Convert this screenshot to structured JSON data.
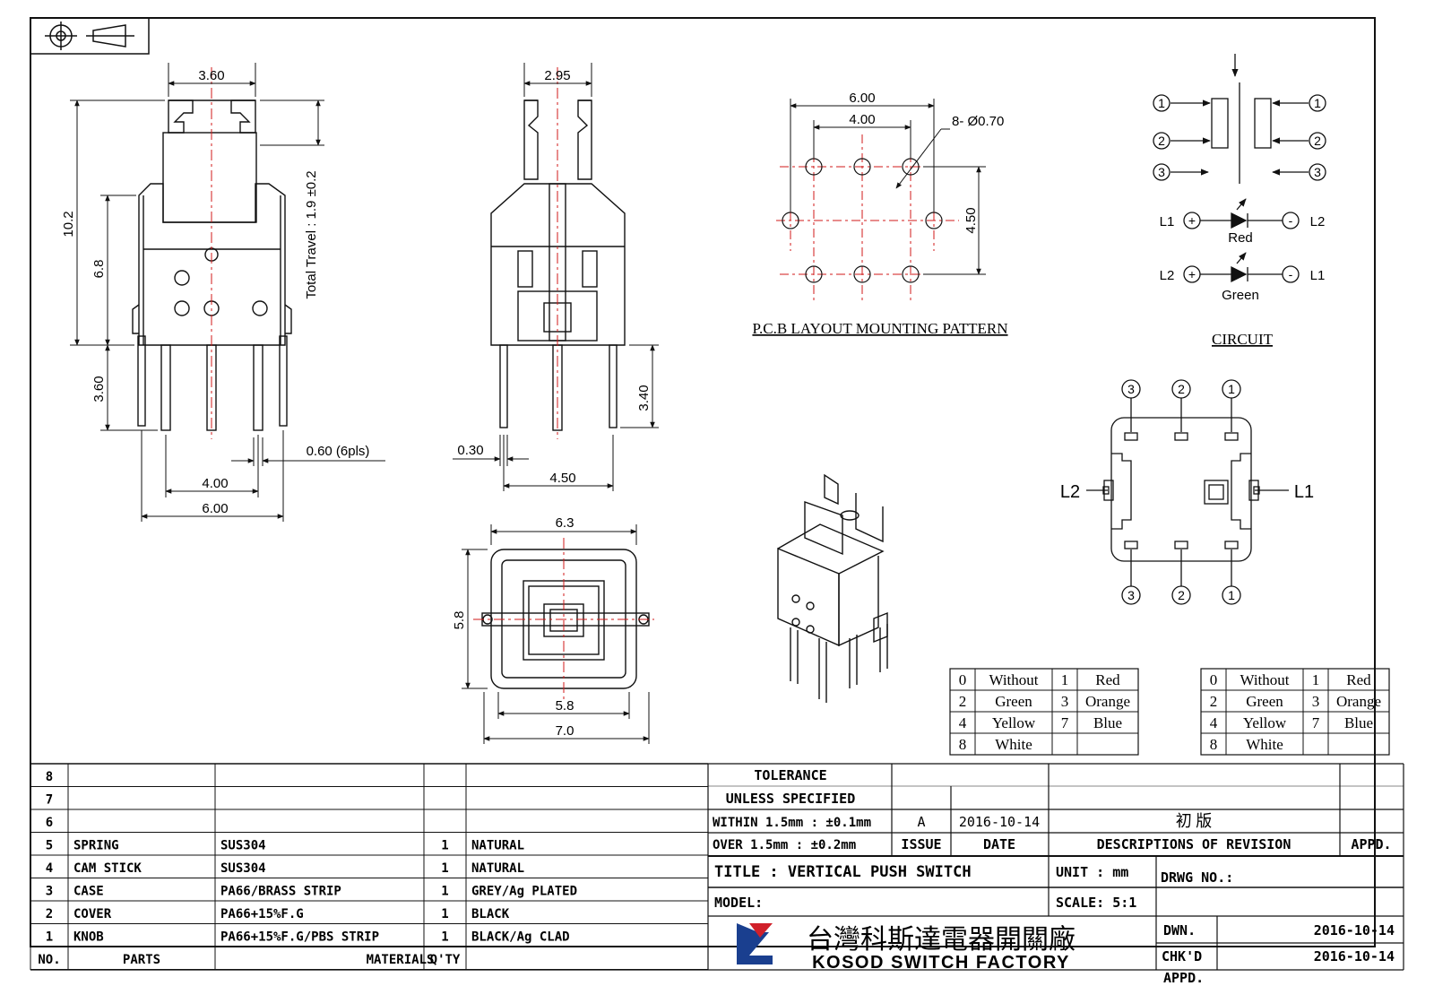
{
  "dims": {
    "front_w": "3.60",
    "front_h": "10.2",
    "body_h": "6.8",
    "travel": "Total Travel : 1.9 ±0.2",
    "pin_len": "3.60",
    "pin_pitch": "4.00",
    "pin_span": "6.00",
    "pin_w": "0.60 (6pls)",
    "side_top": "2.95",
    "side_pin": "3.40",
    "side_thk": "0.30",
    "side_span": "4.50",
    "top_w": "6.3",
    "top_h": "5.8",
    "top_inner": "5.8",
    "top_outer": "7.0"
  },
  "pcb": {
    "w": "6.00",
    "inner": "4.00",
    "hole": "8- Ø0.70",
    "h": "4.50",
    "caption": "P.C.B LAYOUT MOUNTING PATTERN"
  },
  "circuit": {
    "caption": "CIRCUIT",
    "n1": "1",
    "n2": "2",
    "n3": "3",
    "l1": "L1",
    "l2": "L2",
    "plus": "+",
    "minus": "-",
    "red": "Red",
    "green": "Green"
  },
  "footprint": {
    "n1": "1",
    "n2": "2",
    "n3": "3",
    "l1": "L1",
    "l2": "L2"
  },
  "color_table": [
    [
      "0",
      "Without",
      "1",
      "Red"
    ],
    [
      "2",
      "Green",
      "3",
      "Orange"
    ],
    [
      "4",
      "Yellow",
      "7",
      "Blue"
    ],
    [
      "8",
      "White",
      "",
      ""
    ]
  ],
  "bom": [
    {
      "no": "8",
      "part": "",
      "mat": "",
      "qty": "",
      "fin": ""
    },
    {
      "no": "7",
      "part": "",
      "mat": "",
      "qty": "",
      "fin": ""
    },
    {
      "no": "6",
      "part": "",
      "mat": "",
      "qty": "",
      "fin": ""
    },
    {
      "no": "5",
      "part": "SPRING",
      "mat": "SUS304",
      "qty": "1",
      "fin": "NATURAL"
    },
    {
      "no": "4",
      "part": "CAM STICK",
      "mat": "SUS304",
      "qty": "1",
      "fin": "NATURAL"
    },
    {
      "no": "3",
      "part": "CASE",
      "mat": "PA66/BRASS STRIP",
      "qty": "1",
      "fin": "GREY/Ag PLATED"
    },
    {
      "no": "2",
      "part": "COVER",
      "mat": "PA66+15%F.G",
      "qty": "1",
      "fin": "BLACK"
    },
    {
      "no": "1",
      "part": "KNOB",
      "mat": "PA66+15%F.G/PBS STRIP",
      "qty": "1",
      "fin": "BLACK/Ag CLAD"
    }
  ],
  "bom_head": {
    "no": "NO.",
    "part": "PARTS",
    "mat": "MATERIALS",
    "qty": "Q'TY"
  },
  "title_block": {
    "tol1": "TOLERANCE",
    "tol2": "UNLESS  SPECIFIED",
    "tol3": "WITHIN 1.5mm : ±0.1mm",
    "tol4": "OVER 1.5mm : ±0.2mm",
    "issue_val": "A",
    "date_val": "2016-10-14",
    "desc_val": "初  版",
    "issue": "ISSUE",
    "date": "DATE",
    "desc": "DESCRIPTIONS  OF  REVISION",
    "appd": "APPD.",
    "title": "TITLE :  VERTICAL PUSH SWITCH",
    "unit": "UNIT :  mm",
    "model": "MODEL:",
    "scale": "SCALE:  5:1",
    "drwg": "DRWG NO.:",
    "dwn": "DWN.",
    "dwn_date": "2016-10-14",
    "chkd": "CHK'D",
    "chkd_date": "2016-10-14",
    "appd2": "APPD.",
    "company_cn": "台灣科斯達電器開關廠",
    "company_en": "KOSOD SWITCH FACTORY"
  },
  "colors": {
    "center": "#d11a1a",
    "line": "#111111"
  }
}
